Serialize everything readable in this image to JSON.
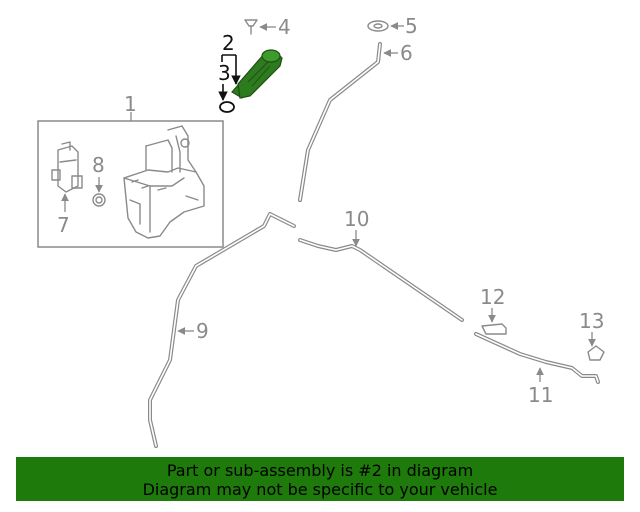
{
  "callouts": {
    "c1": "1",
    "c2": "2",
    "c3": "3",
    "c4": "4",
    "c5": "5",
    "c6": "6",
    "c7": "7",
    "c8": "8",
    "c9": "9",
    "c10": "10",
    "c11": "11",
    "c12": "12",
    "c13": "13"
  },
  "highlighted_part": "2",
  "colors": {
    "highlight": "#2d7a1f",
    "banner": "#1e7a0a",
    "line": "#8a8a8a"
  },
  "banner": {
    "line1": "Part or sub-assembly is #2 in diagram",
    "line2": "Diagram may not be specific to your vehicle"
  }
}
